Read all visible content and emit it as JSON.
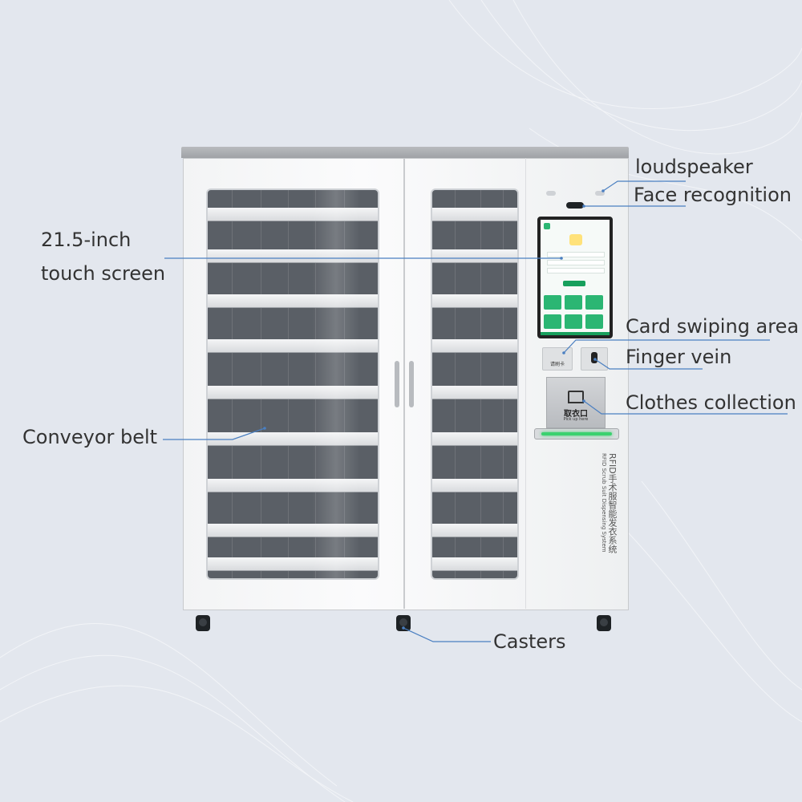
{
  "labels": {
    "loudspeaker": "loudspeaker",
    "face_recognition": "Face recognition",
    "touch_screen_line1": "21.5-inch",
    "touch_screen_line2": "touch screen",
    "card_swiping": "Card swiping area",
    "finger_vein": "Finger vein",
    "clothes_collection": "Clothes collection",
    "conveyor_belt": "Conveyor belt",
    "casters": "Casters"
  },
  "machine": {
    "card_pad_text": "请刷卡",
    "pickup_cn": "取衣口",
    "pickup_en": "Pick up here",
    "vertical_cn": "RFID手术服智能发衣系统",
    "vertical_en": "RFID Scrub Suit Dispensing System"
  },
  "colors": {
    "background": "#e3e7ee",
    "annotation_line": "#4a7fc1",
    "screen_accent": "#2bb673",
    "led": "#3bd16f"
  }
}
